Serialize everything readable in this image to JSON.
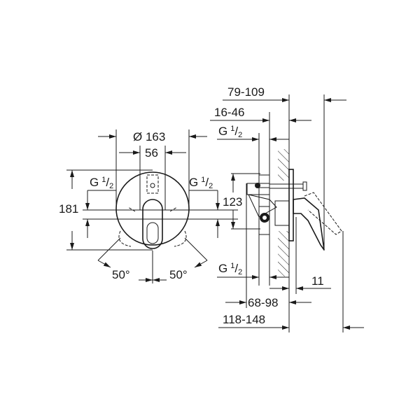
{
  "front_view": {
    "diameter": "Ø 163",
    "width_56": "56",
    "height_181": "181",
    "g_left": {
      "g": "G",
      "num": "1",
      "den": "2"
    },
    "g_right": {
      "g": "G",
      "num": "1",
      "den": "2"
    },
    "angle_left": "50°",
    "angle_right": "50°"
  },
  "side_view": {
    "dim_79_109": "79-109",
    "dim_16_46": "16-46",
    "g_top": {
      "g": "G",
      "num": "1",
      "den": "2"
    },
    "dim_123": "123",
    "g_bottom": {
      "g": "G",
      "num": "1",
      "den": "2"
    },
    "dim_11": "11",
    "dim_68_98": "68-98",
    "dim_118_148": "118-148"
  }
}
